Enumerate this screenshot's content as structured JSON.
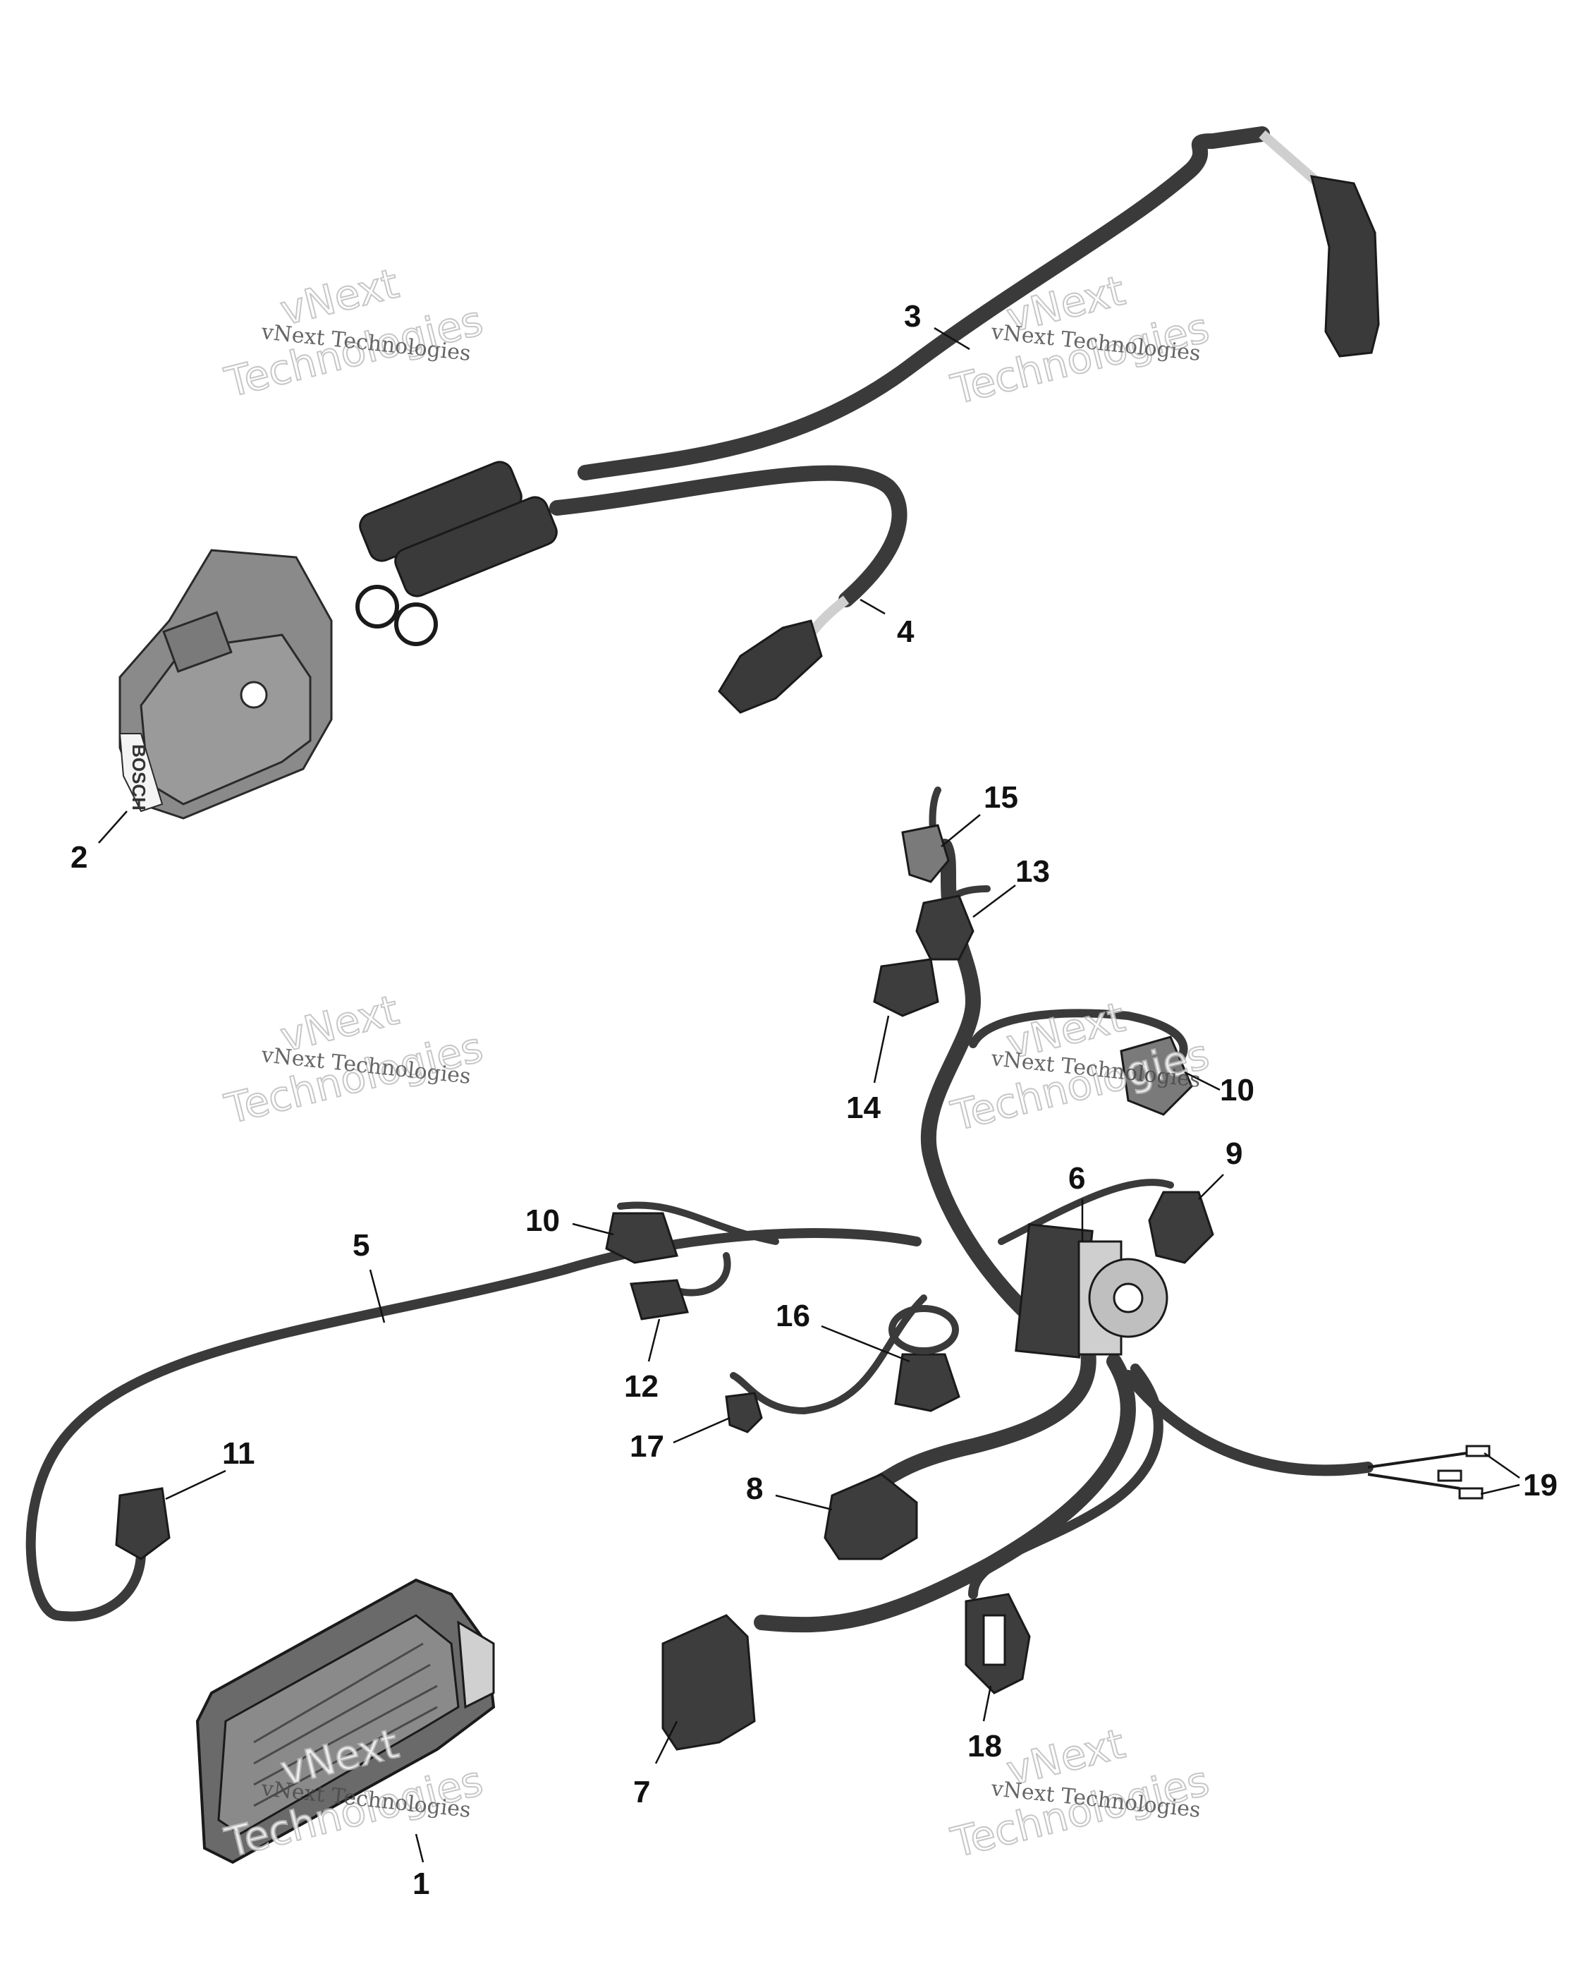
{
  "callouts": [
    {
      "id": "1",
      "label": "1"
    },
    {
      "id": "2",
      "label": "2"
    },
    {
      "id": "3",
      "label": "3"
    },
    {
      "id": "4",
      "label": "4"
    },
    {
      "id": "5",
      "label": "5"
    },
    {
      "id": "6",
      "label": "6"
    },
    {
      "id": "7",
      "label": "7"
    },
    {
      "id": "8",
      "label": "8"
    },
    {
      "id": "9",
      "label": "9"
    },
    {
      "id": "10a",
      "label": "10"
    },
    {
      "id": "10b",
      "label": "10"
    },
    {
      "id": "11",
      "label": "11"
    },
    {
      "id": "12",
      "label": "12"
    },
    {
      "id": "13",
      "label": "13"
    },
    {
      "id": "14",
      "label": "14"
    },
    {
      "id": "15",
      "label": "15"
    },
    {
      "id": "16",
      "label": "16"
    },
    {
      "id": "17",
      "label": "17"
    },
    {
      "id": "18",
      "label": "18"
    },
    {
      "id": "19",
      "label": "19"
    }
  ],
  "watermark": {
    "line1": "vNext Technologies",
    "big_word1": "vNext",
    "big_word2": "Technologies"
  },
  "brand_marking": "BOSCH",
  "colors": {
    "harness": "#3a3a3a",
    "connector": "#3d3d3d",
    "module": "#8a8a8a",
    "callout": "#111111"
  }
}
